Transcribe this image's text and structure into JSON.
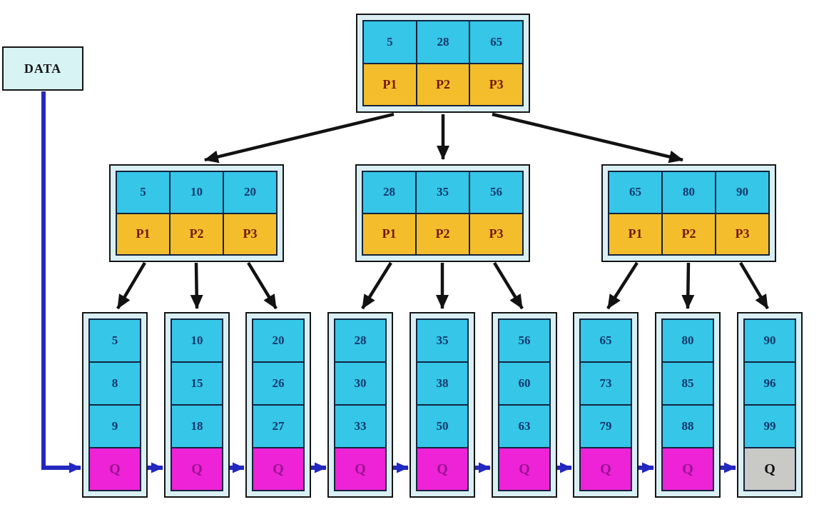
{
  "diagram": {
    "data_source": {
      "label": "DATA"
    },
    "root": {
      "keys": [
        "5",
        "28",
        "65"
      ],
      "pointers": [
        "P1",
        "P2",
        "P3"
      ]
    },
    "internal_nodes": [
      {
        "keys": [
          "5",
          "10",
          "20"
        ],
        "pointers": [
          "P1",
          "P2",
          "P3"
        ]
      },
      {
        "keys": [
          "28",
          "35",
          "56"
        ],
        "pointers": [
          "P1",
          "P2",
          "P3"
        ]
      },
      {
        "keys": [
          "65",
          "80",
          "90"
        ],
        "pointers": [
          "P1",
          "P2",
          "P3"
        ]
      }
    ],
    "leaves": [
      {
        "values": [
          "5",
          "8",
          "9"
        ],
        "queue_label": "Q",
        "queue_style": "magenta"
      },
      {
        "values": [
          "10",
          "15",
          "18"
        ],
        "queue_label": "Q",
        "queue_style": "magenta"
      },
      {
        "values": [
          "20",
          "26",
          "27"
        ],
        "queue_label": "Q",
        "queue_style": "magenta"
      },
      {
        "values": [
          "28",
          "30",
          "33"
        ],
        "queue_label": "Q",
        "queue_style": "magenta"
      },
      {
        "values": [
          "35",
          "38",
          "50"
        ],
        "queue_label": "Q",
        "queue_style": "magenta"
      },
      {
        "values": [
          "56",
          "60",
          "63"
        ],
        "queue_label": "Q",
        "queue_style": "magenta"
      },
      {
        "values": [
          "65",
          "73",
          "79"
        ],
        "queue_label": "Q",
        "queue_style": "magenta"
      },
      {
        "values": [
          "80",
          "85",
          "88"
        ],
        "queue_label": "Q",
        "queue_style": "magenta"
      },
      {
        "values": [
          "90",
          "96",
          "99"
        ],
        "queue_label": "Q",
        "queue_style": "gray"
      }
    ],
    "colors": {
      "key_cell": "#35c6e8",
      "pointer_cell": "#f4bd2b",
      "queue_cell": "#ee22d6",
      "queue_cell_last": "#c9c9c5",
      "node_frame": "#d9eff3",
      "data_box": "#d7f3f3",
      "link_blue": "#2328c0",
      "arrow_black": "#121212",
      "key_text": "#14386b",
      "pointer_text": "#73180b",
      "queue_text": "#9c1292"
    }
  }
}
